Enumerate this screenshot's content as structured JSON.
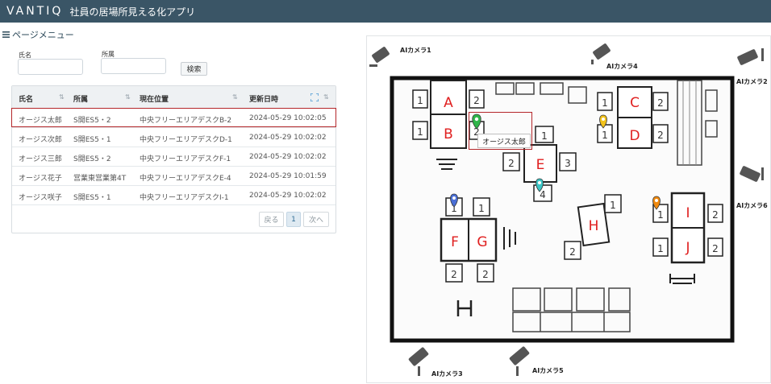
{
  "header": {
    "logo": "VANTIQ",
    "title": "社員の居場所見える化アプリ"
  },
  "page_menu": {
    "icon": "hamburger-icon",
    "label": "ページメニュー"
  },
  "search": {
    "name_label": "氏名",
    "dept_label": "所属",
    "button_label": "検索"
  },
  "table": {
    "columns": [
      "氏名",
      "所属",
      "現在位置",
      "更新日時"
    ],
    "rows": [
      [
        "オージス太郎",
        "S開ES5・2",
        "中央フリーエリアデスクB-2",
        "2024-05-29 10:02:05"
      ],
      [
        "オージス次郎",
        "S開ES5・1",
        "中央フリーエリアデスクD-1",
        "2024-05-29 10:02:02"
      ],
      [
        "オージス三郎",
        "S開ES5・2",
        "中央フリーエリアデスクF-1",
        "2024-05-29 10:02:02"
      ],
      [
        "オージス花子",
        "営業東営業第4T",
        "中央フリーエリアデスクE-4",
        "2024-05-29 10:01:59"
      ],
      [
        "オージス咲子",
        "S開ES5・1",
        "中央フリーエリアデスクI-1",
        "2024-05-29 10:02:02"
      ]
    ],
    "selected_row": 0
  },
  "pager": {
    "prev": "戻る",
    "current": "1",
    "next": "次へ"
  },
  "map": {
    "tooltip": "オージス太郎",
    "cameras": [
      "AIカメラ1",
      "AIカメラ4",
      "AIカメラ2",
      "AIカメラ6",
      "AIカメラ3",
      "AIカメラ5"
    ],
    "desks": [
      "A",
      "B",
      "C",
      "D",
      "E",
      "F",
      "G",
      "H",
      "I",
      "J"
    ],
    "seats": [
      "1",
      "2",
      "3",
      "4"
    ]
  },
  "colors": {
    "header_bg": "#3a5566",
    "highlight": "#b4262a",
    "desk_letter": "#e02020",
    "pin_green": "#2fb54a",
    "pin_yellow": "#f2c21a",
    "pin_cyan": "#3cc7c7",
    "pin_blue": "#4a6fd6",
    "pin_orange": "#f08a10"
  }
}
